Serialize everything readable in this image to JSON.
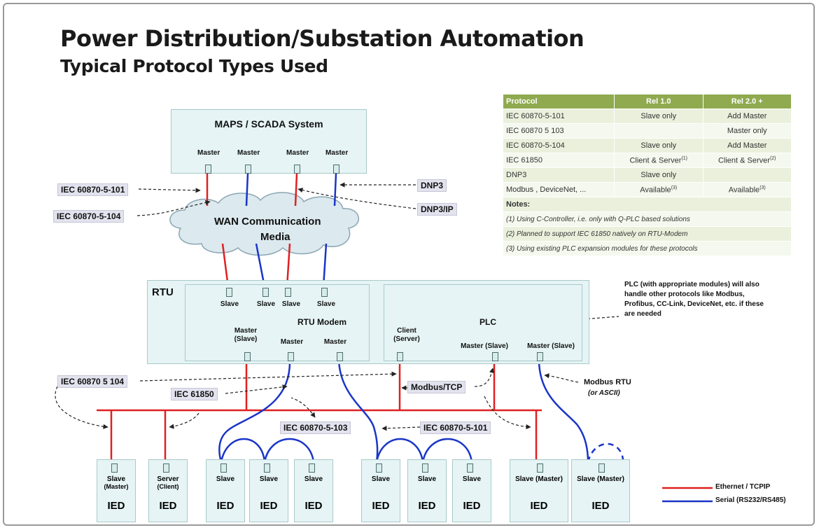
{
  "title": "Power Distribution/Substation Automation",
  "subtitle": "Typical Protocol Types Used",
  "scada": {
    "title": "MAPS / SCADA System",
    "ports": [
      "Master",
      "Master",
      "Master",
      "Master"
    ]
  },
  "wan": {
    "line1": "WAN Communication",
    "line2": "Media"
  },
  "rtu": {
    "label": "RTU",
    "slaves": [
      "Slave",
      "Slave",
      "Slave",
      "Slave"
    ],
    "modem_title": "RTU Modem",
    "modem_ports": [
      "Master (Slave)",
      "Master",
      "Master"
    ],
    "plc_title": "PLC",
    "plc_ports": [
      "Client (Server)",
      "Master (Slave)",
      "Master (Slave)"
    ]
  },
  "plc_note": "PLC (with appropriate modules) will also handle other protocols like Modbus, Profibus, CC-Link, DeviceNet, etc. if these are needed",
  "protocol_labels": {
    "iec101_top": "IEC 60870-5-101",
    "iec104_top": "IEC 60870-5-104",
    "dnp3": "DNP3",
    "dnp3ip": "DNP3/IP",
    "iec104_mid": "IEC 60870 5 104",
    "iec61850": "IEC 61850",
    "modbus_tcp": "Modbus/TCP",
    "modbus_rtu": "Modbus RTU",
    "modbus_rtu_sub": "(or ASCII)",
    "iec103": "IEC 60870-5-103",
    "iec101_bottom": "IEC 60870-5-101"
  },
  "table": {
    "headers": [
      "Protocol",
      "Rel 1.0",
      "Rel 2.0 +"
    ],
    "rows": [
      [
        "IEC 60870-5-101",
        "Slave only",
        "Add Master"
      ],
      [
        "IEC 60870 5 103",
        "",
        "Master only"
      ],
      [
        "IEC 60870-5-104",
        "Slave only",
        "Add Master"
      ],
      [
        "IEC 61850",
        "Client & Server",
        "Client & Server"
      ],
      [
        "DNP3",
        "Slave only",
        ""
      ],
      [
        "Modbus , DeviceNet, ...",
        "Available",
        "Available"
      ]
    ],
    "row_sups": [
      [
        "",
        ""
      ],
      [
        "",
        ""
      ],
      [
        "",
        ""
      ],
      [
        "(1)",
        "(2)"
      ],
      [
        "",
        ""
      ],
      [
        "(3)",
        "(3)"
      ]
    ],
    "notes_header": "Notes:",
    "notes": [
      "(1) Using C-Controller, i.e. only with Q-PLC based solutions",
      "(2) Planned to support IEC 61850 natively on RTU-Modem",
      "(3) Using existing PLC expansion modules for these protocols"
    ]
  },
  "ieds": [
    {
      "role": "Slave",
      "role2": "(Master)",
      "name": "IED"
    },
    {
      "role": "Server",
      "role2": "(Client)",
      "name": "IED"
    },
    {
      "role": "Slave",
      "role2": "",
      "name": "IED"
    },
    {
      "role": "Slave",
      "role2": "",
      "name": "IED"
    },
    {
      "role": "Slave",
      "role2": "",
      "name": "IED"
    },
    {
      "role": "Slave",
      "role2": "",
      "name": "IED"
    },
    {
      "role": "Slave",
      "role2": "",
      "name": "IED"
    },
    {
      "role": "Slave",
      "role2": "",
      "name": "IED"
    },
    {
      "role": "Slave (Master)",
      "role2": "",
      "name": "IED"
    },
    {
      "role": "Slave (Master)",
      "role2": "",
      "name": "IED"
    }
  ],
  "legend": {
    "ethernet": "Ethernet / TCPIP",
    "serial": "Serial (RS232/RS485)"
  },
  "colors": {
    "ethernet": "#e02020",
    "serial": "#1a35c8",
    "box": "#e6f4f5",
    "table_header": "#8faa4f",
    "label_bg": "#e3e3ef"
  }
}
